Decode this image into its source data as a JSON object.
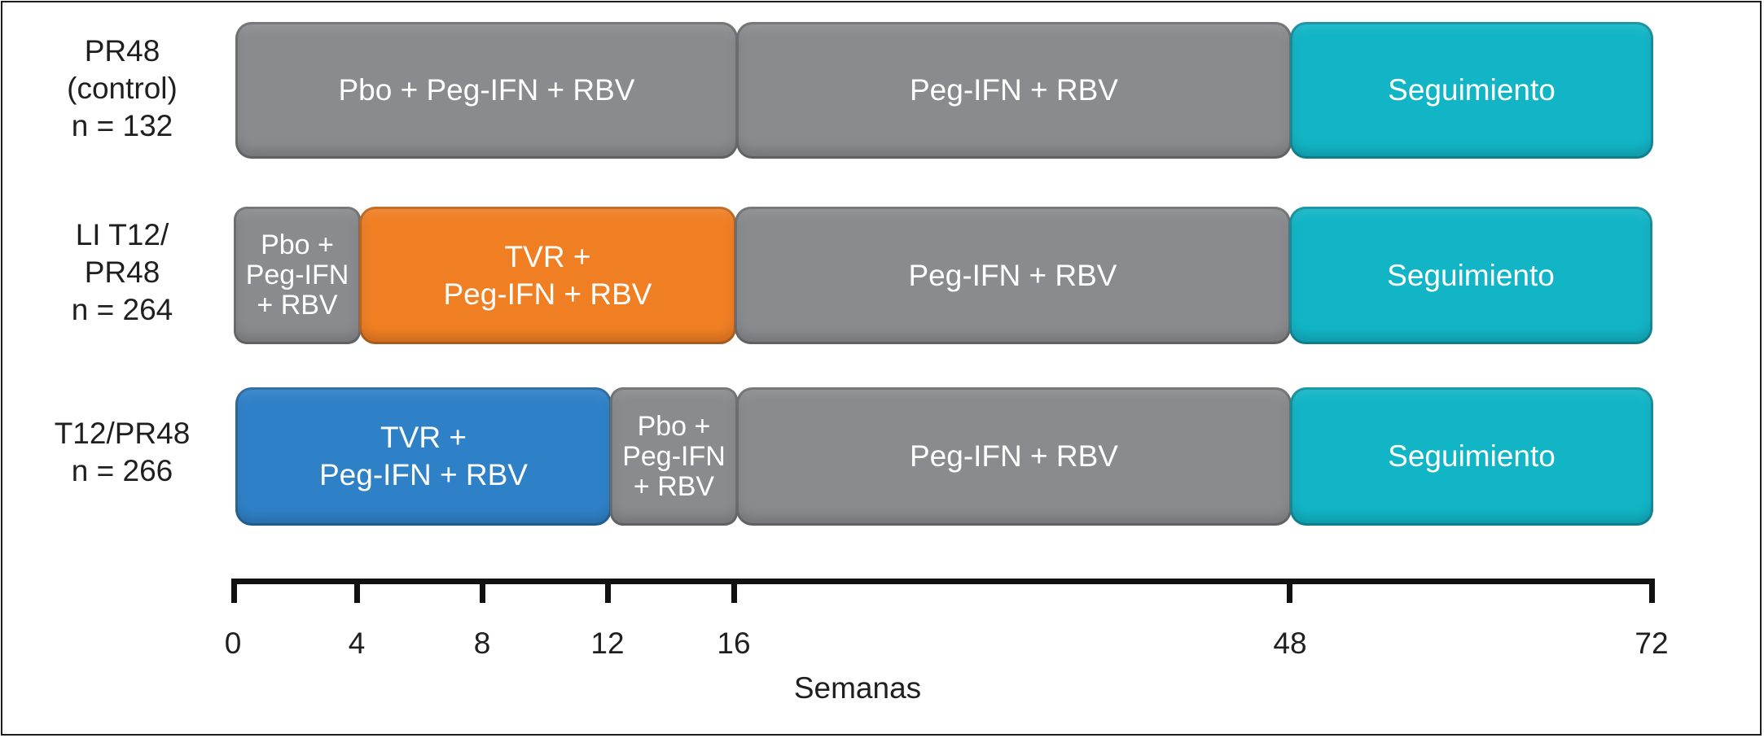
{
  "arms": [
    {
      "label_lines": [
        "PR48",
        "(control)",
        "n = 132"
      ],
      "segments": [
        {
          "lines": [
            "Pbo + Peg-IFN + RBV"
          ],
          "color": "gray"
        },
        {
          "lines": [
            "Peg-IFN + RBV"
          ],
          "color": "gray"
        },
        {
          "lines": [
            "Seguimiento"
          ],
          "color": "teal"
        }
      ]
    },
    {
      "label_lines": [
        "LI T12/",
        "PR48",
        "n = 264"
      ],
      "segments": [
        {
          "lines": [
            "Pbo +",
            "Peg-IFN",
            "+ RBV"
          ],
          "color": "gray"
        },
        {
          "lines": [
            "TVR +",
            "Peg-IFN + RBV"
          ],
          "color": "orange"
        },
        {
          "lines": [
            "Peg-IFN + RBV"
          ],
          "color": "gray"
        },
        {
          "lines": [
            "Seguimiento"
          ],
          "color": "teal"
        }
      ]
    },
    {
      "label_lines": [
        "T12/PR48",
        "n = 266"
      ],
      "segments": [
        {
          "lines": [
            "TVR +",
            "Peg-IFN + RBV"
          ],
          "color": "blue"
        },
        {
          "lines": [
            "Pbo +",
            "Peg-IFN",
            "+ RBV"
          ],
          "color": "gray"
        },
        {
          "lines": [
            "Peg-IFN + RBV"
          ],
          "color": "gray"
        },
        {
          "lines": [
            "Seguimiento"
          ],
          "color": "teal"
        }
      ]
    }
  ],
  "axis": {
    "ticks": [
      "0",
      "4",
      "8",
      "12",
      "16",
      "48",
      "72"
    ],
    "title": "Semanas"
  },
  "colors": {
    "gray": "#8a8b8e",
    "orange": "#f07f24",
    "blue": "#2f81c7",
    "teal": "#12b5c6"
  }
}
